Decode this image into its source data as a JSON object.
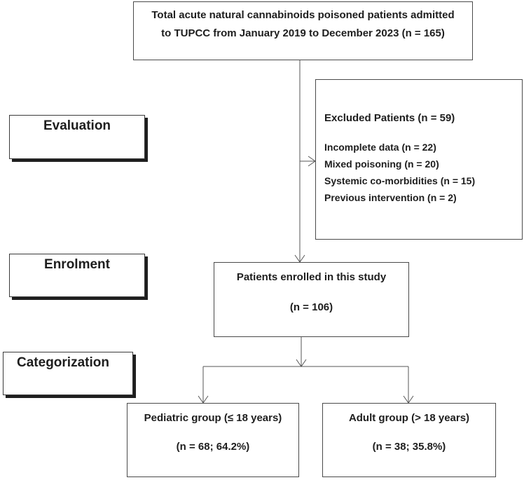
{
  "top_box": {
    "line1": "Total acute natural cannabinoids poisoned patients admitted",
    "line2": "to TUPCC from January 2019 to December 2023 (n = 165)"
  },
  "stages": {
    "evaluation": "Evaluation",
    "enrolment": "Enrolment",
    "categorization": "Categorization"
  },
  "excluded_box": {
    "title": "Excluded Patients (n = 59)",
    "items": [
      "Incomplete data (n = 22)",
      "Mixed poisoning (n = 20)",
      "Systemic co-morbidities (n = 15)",
      "Previous intervention (n = 2)"
    ]
  },
  "enrolled_box": {
    "title": "Patients enrolled in this study",
    "count": "(n = 106)"
  },
  "pediatric_box": {
    "title": "Pediatric group (≤ 18 years)",
    "count": "(n = 68; 64.2%)"
  },
  "adult_box": {
    "title": "Adult group (> 18 years)",
    "count": "(n = 38; 35.8%)"
  }
}
